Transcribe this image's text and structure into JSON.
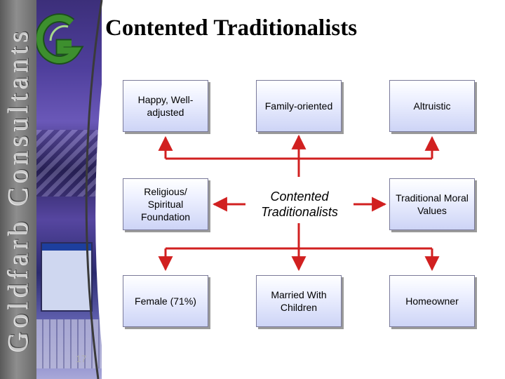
{
  "title": "Contented Traditionalists",
  "banner_text": "Goldfarb Consultants",
  "page_number": "17",
  "colors": {
    "connector": "#d12020",
    "box_fill": "#cdd4f6",
    "band": "#8e8e8e"
  },
  "boxes": {
    "happy": "Happy, Well-adjusted",
    "family": "Family-oriented",
    "altruistic": "Altruistic",
    "religious": "Religious/ Spiritual Foundation",
    "center": "Contented Traditionalists",
    "moral": "Traditional Moral Values",
    "female": "Female (71%)",
    "married": "Married With Children",
    "homeowner": "Homeowner"
  }
}
